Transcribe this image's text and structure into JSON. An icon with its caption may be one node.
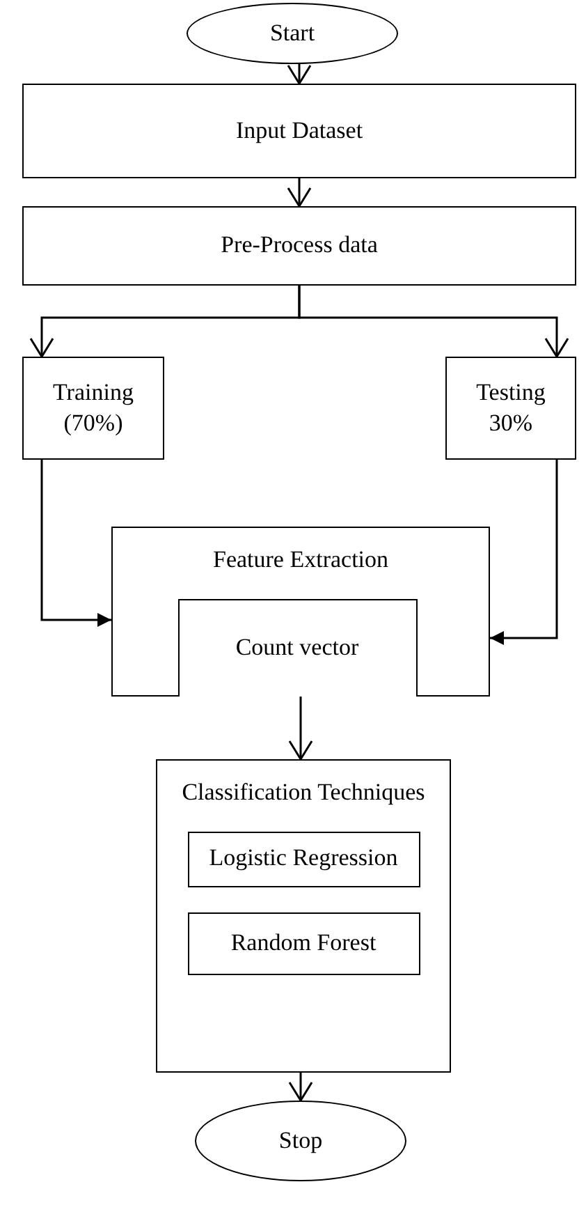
{
  "diagram": {
    "nodes": [
      {
        "text": [
          "Start"
        ]
      },
      {
        "text": [
          "Input Dataset"
        ]
      },
      {
        "text": [
          "Pre-Process data"
        ]
      },
      {
        "text": [
          "Training (70%)"
        ]
      },
      {
        "text": [
          "Testing 30%"
        ]
      },
      {
        "text": [
          "Feature Extraction"
        ]
      },
      {
        "text": [
          "Count vector"
        ],
        "in": 5
      },
      {
        "text": [
          "Classification Techniques"
        ]
      },
      {
        "text": [
          "Logistic Regression"
        ],
        "in": 7
      },
      {
        "text": [
          "Random Forest"
        ],
        "in": 7
      },
      {
        "text": [
          "Stop"
        ]
      }
    ],
    "edges": [
      {
        "from": 0,
        "to": 1,
        "arrow": "to"
      },
      {
        "from": 1,
        "to": 2,
        "arrow": "to"
      },
      {
        "from": 2,
        "to": 3,
        "arrow": "to"
      },
      {
        "from": 2,
        "to": 4,
        "arrow": "to"
      },
      {
        "from": 3,
        "to": 5,
        "arrow": "to"
      },
      {
        "from": 4,
        "to": 5,
        "arrow": "to"
      },
      {
        "from": 5,
        "to": 7,
        "arrow": "to"
      },
      {
        "from": 7,
        "to": 10,
        "arrow": "to"
      }
    ]
  }
}
